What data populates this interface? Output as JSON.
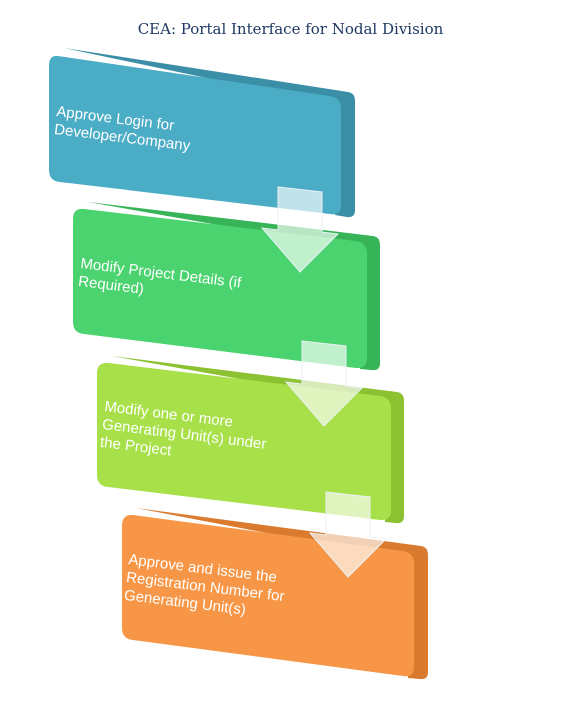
{
  "title": "CEA: Portal Interface for Nodal Division",
  "steps": [
    {
      "lines": [
        "Approve Login for",
        "Developer/Company"
      ],
      "color": "#4BACC6",
      "edge": "#3A8FA6"
    },
    {
      "lines": [
        "Modify Project Details (if",
        "Required)"
      ],
      "color": "#4AD36E",
      "edge": "#36B457"
    },
    {
      "lines": [
        "Modify one or more",
        "Generating Unit(s) under",
        "the Project"
      ],
      "color": "#A8E04A",
      "edge": "#8CC232"
    },
    {
      "lines": [
        "Approve and issue the",
        "Registration Number for",
        "Generating Unit(s)"
      ],
      "color": "#F79646",
      "edge": "#D97A2E"
    }
  ]
}
